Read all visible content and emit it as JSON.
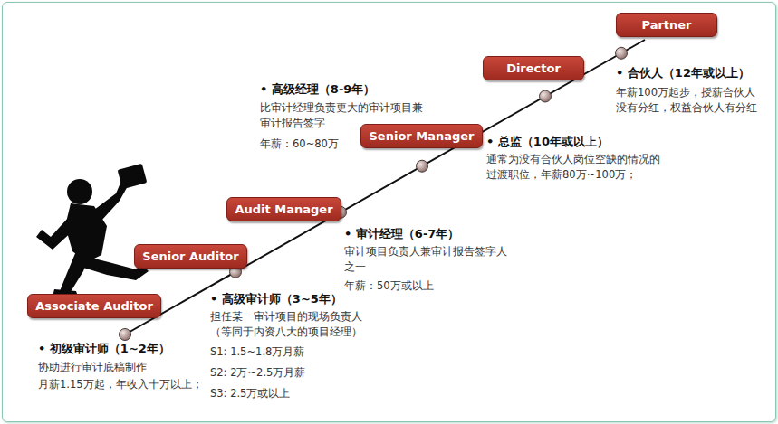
{
  "diagram": {
    "nodes": [
      {
        "text": [
          "Associate Auditor"
        ]
      },
      {
        "text": [
          "Senior Auditor"
        ]
      },
      {
        "text": [
          "Audit Manager"
        ]
      },
      {
        "text": [
          "Senior Manager"
        ]
      },
      {
        "text": [
          "Director"
        ]
      },
      {
        "text": [
          "Partner"
        ]
      }
    ],
    "labels": [
      "• 初级审计师（1~2年）",
      "协助进行审计底稿制作",
      "月薪1.15万起，年收入十万以上；",
      "• 高级审计师（3~5年）",
      "担任某一审计项目的现场负责人（等同于内资八大的项目经理）",
      "S1: 1.5~1.8万月薪",
      "S2: 2万~2.5万月薪",
      "S3:  2.5万或以上",
      "• 审计经理（6-7年）",
      "审计项目负责人兼审计报告签字人之一",
      "年薪：50万或以上",
      "• 高级经理（8-9年）",
      "比审计经理负责更大的审计项目兼审计报告签字",
      "年薪：60~80万",
      "• 总监（10年或以上）",
      "通常为没有合伙人岗位空缺的情况的过渡职位，年薪80万~100万；",
      "• 合伙人（12年或以上）",
      "年薪100万起步，授薪合伙人没有分红，权益合伙人有分红"
    ]
  }
}
